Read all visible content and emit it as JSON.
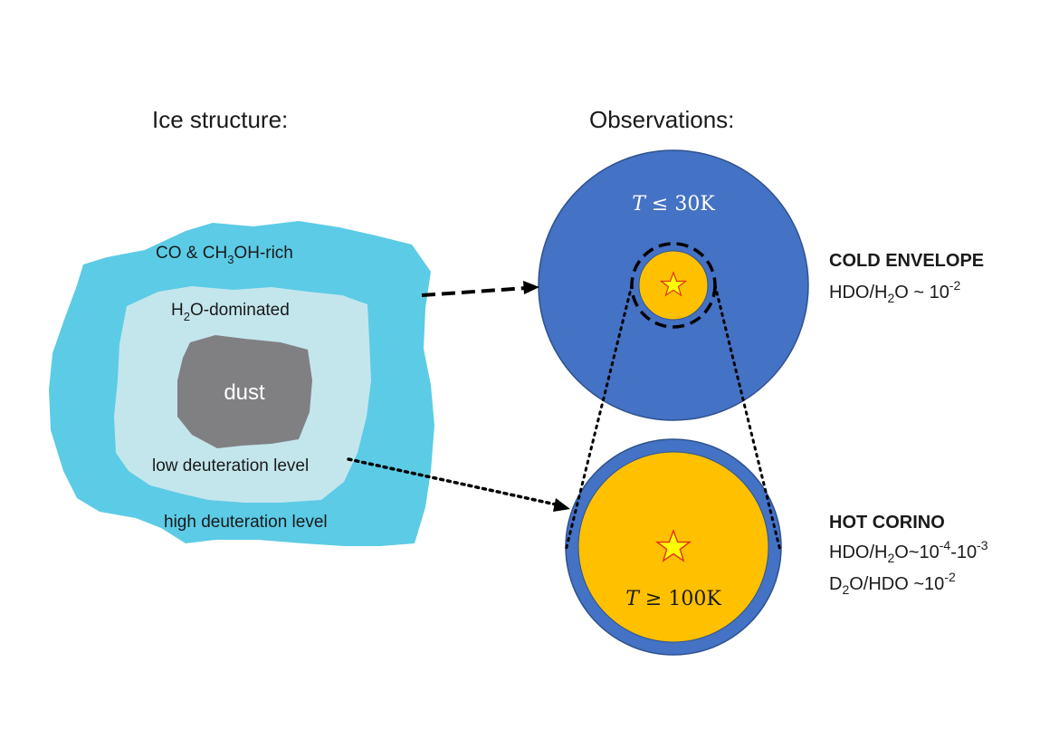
{
  "headings": {
    "ice_structure": "Ice structure:",
    "observations": "Observations:"
  },
  "ice_grain": {
    "outer_layer": {
      "label_pre": "CO & CH",
      "label_sub": "3",
      "label_post": "OH-rich"
    },
    "inner_layer": {
      "label_pre": "H",
      "label_sub": "2",
      "label_post": "O-dominated"
    },
    "core": {
      "label": "dust"
    },
    "inner_deuteration": "low deuteration level",
    "outer_deuteration": "high deuteration level"
  },
  "cold_envelope": {
    "temp_var": "T",
    "temp_rel": " ≤ 30K",
    "title": "COLD ENVELOPE",
    "ratio": {
      "pre": "HDO/H",
      "sub": "2",
      "mid": "O ~ 10",
      "sup": "-2"
    }
  },
  "hot_corino": {
    "temp_var": "T",
    "temp_rel": " ≥ 100K",
    "title": "HOT CORINO",
    "ratio1": {
      "pre": "HDO/H",
      "sub": "2",
      "mid": "O~10",
      "sup1": "-4",
      "dash": "-10",
      "sup2": "-3"
    },
    "ratio2": {
      "pre": "D",
      "sub": "2",
      "mid": "O/HDO ~10",
      "sup": "-2"
    }
  },
  "colors": {
    "ice_outer": "#5ccbe6",
    "ice_inner": "#c3e6ed",
    "dust": "#808083",
    "envelope_blue": "#4472c4",
    "envelope_edge": "#2f528f",
    "corino_gold": "#ffc000",
    "star_fill": "#ffff00",
    "star_edge": "#e03020",
    "text": "#1a1a1a"
  }
}
